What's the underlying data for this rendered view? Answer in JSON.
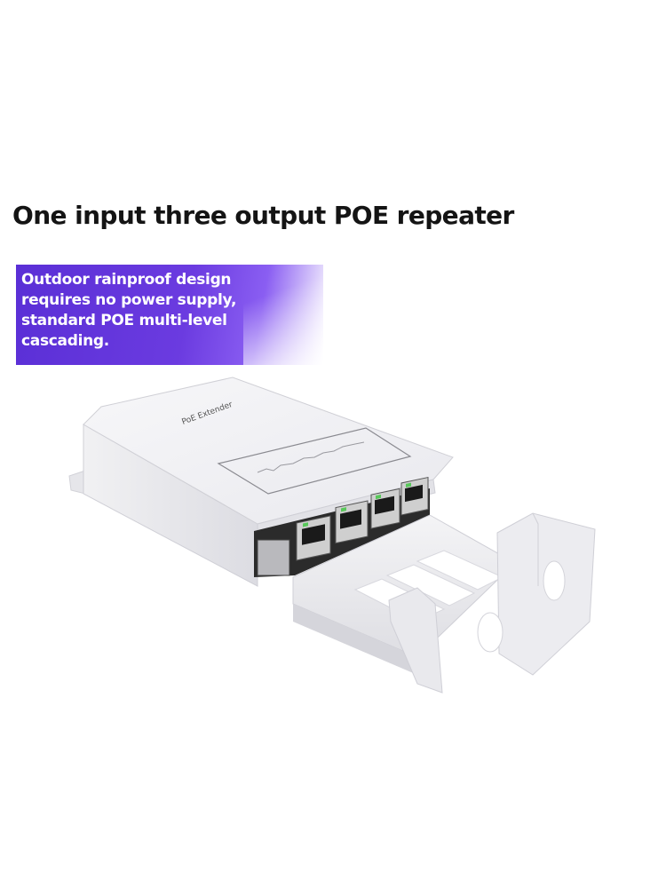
{
  "headline": "One input three output POE repeater",
  "feature_text": "Outdoor rainproof design\nrequires no power supply,\nstandard POE multi-level\ncascading.",
  "product": {
    "label": "PoE Extender",
    "port_count": 4
  },
  "colors": {
    "banner": "#5a2fd6",
    "housing": "#f2f2f4",
    "text": "#141414"
  }
}
